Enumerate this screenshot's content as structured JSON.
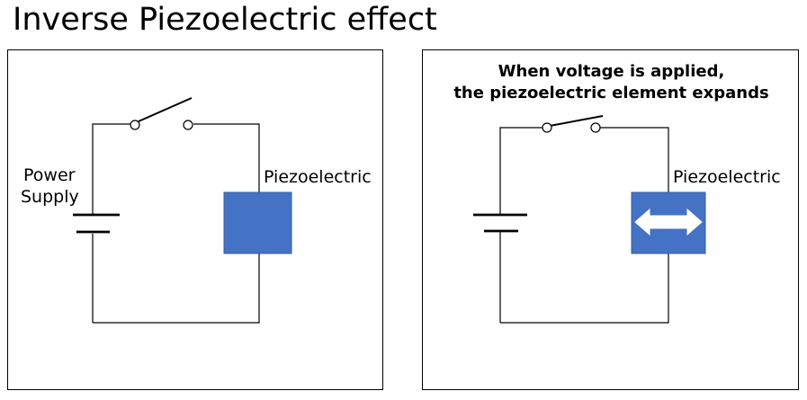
{
  "title": "Inverse Piezoelectric effect",
  "left_panel": {
    "power_label_line1": "Power",
    "power_label_line2": "Supply",
    "element_label": "Piezoelectric"
  },
  "right_panel": {
    "caption_line1": "When voltage is applied,",
    "caption_line2": "the piezoelectric element expands",
    "element_label": "Piezoelectric"
  },
  "colors": {
    "element_fill": "#4472C4",
    "element_border": "#3A5E9E",
    "wire": "#000000",
    "arrow": "#FFFFFF"
  }
}
